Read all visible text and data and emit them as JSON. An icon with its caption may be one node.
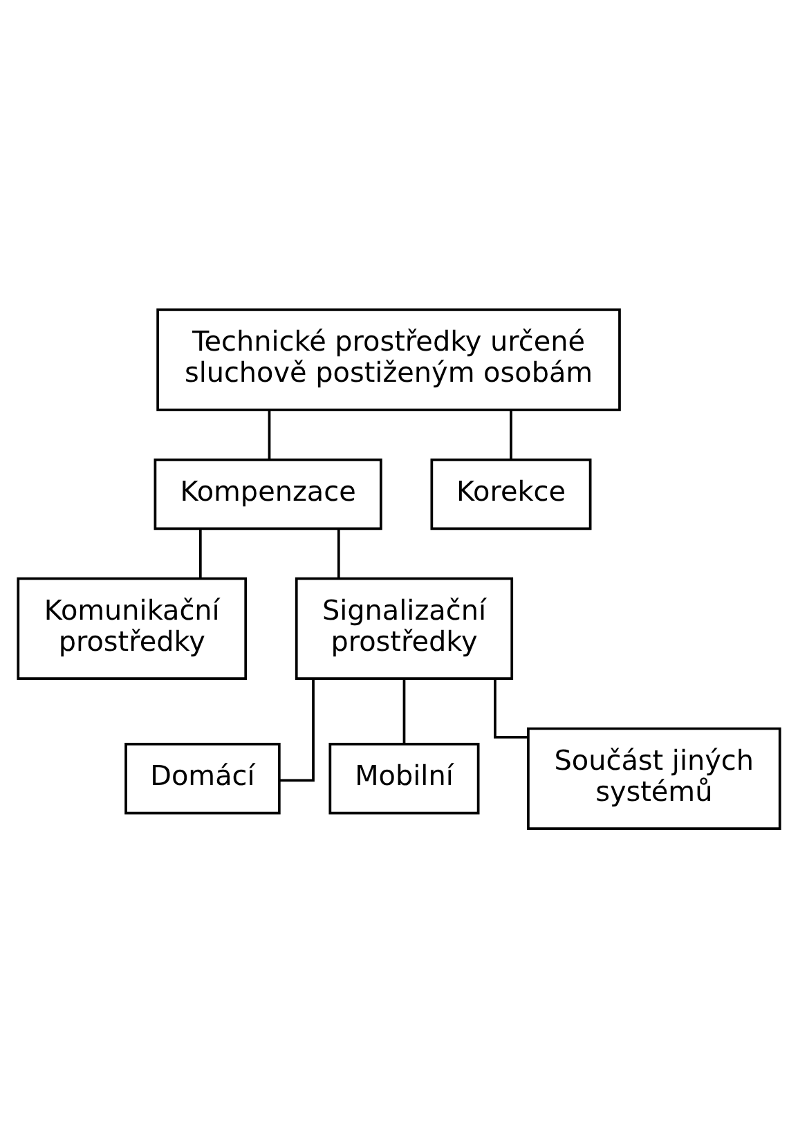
{
  "diagram": {
    "nodes": [
      {
        "text": [
          "Technické prostředky určené sluchově postiženým osobám"
        ]
      },
      {
        "text": [
          "Kompenzace"
        ]
      },
      {
        "text": [
          "Korekce"
        ]
      },
      {
        "text": [
          "Komunikační prostředky"
        ]
      },
      {
        "text": [
          "Signalizační prostředky"
        ]
      },
      {
        "text": [
          "Domácí"
        ]
      },
      {
        "text": [
          "Mobilní"
        ]
      },
      {
        "text": [
          "Součást jiných systémů"
        ]
      }
    ],
    "edges": [
      {
        "from": 0,
        "to": 1,
        "arrow": "none"
      },
      {
        "from": 0,
        "to": 2,
        "arrow": "none"
      },
      {
        "from": 1,
        "to": 3,
        "arrow": "none"
      },
      {
        "from": 1,
        "to": 4,
        "arrow": "none"
      },
      {
        "from": 4,
        "to": 5,
        "arrow": "none"
      },
      {
        "from": 4,
        "to": 6,
        "arrow": "none"
      },
      {
        "from": 4,
        "to": 7,
        "arrow": "none"
      }
    ]
  }
}
